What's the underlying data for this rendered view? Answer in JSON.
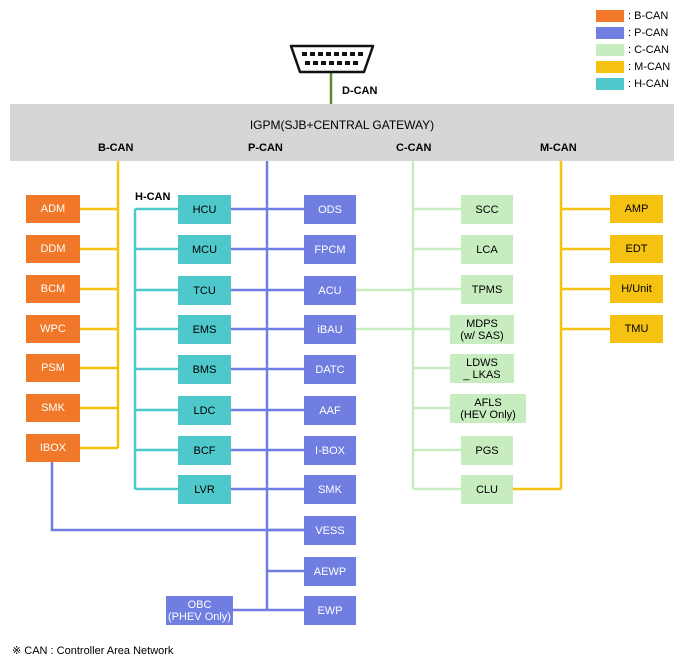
{
  "legend": [
    {
      "label": ": B-CAN",
      "color": "#f07828"
    },
    {
      "label": ": P-CAN",
      "color": "#6f7ee0"
    },
    {
      "label": ": C-CAN",
      "color": "#c6ecbf"
    },
    {
      "label": ": M-CAN",
      "color": "#f5c211"
    },
    {
      "label": ": H-CAN",
      "color": "#4fc8cc"
    }
  ],
  "gateway": {
    "title": "IGPM(SJB+CENTRAL GATEWAY)",
    "dcan": "D-CAN",
    "buses": {
      "bcan": "B-CAN",
      "pcan": "P-CAN",
      "ccan": "C-CAN",
      "mcan": "M-CAN"
    },
    "hcan": "H-CAN"
  },
  "bcan_modules": [
    "ADM",
    "DDM",
    "BCM",
    "WPC",
    "PSM",
    "SMK",
    "IBOX"
  ],
  "hcan_modules": [
    "HCU",
    "MCU",
    "TCU",
    "EMS",
    "BMS",
    "LDC",
    "BCF",
    "LVR"
  ],
  "pcan_modules": [
    "ODS",
    "FPCM",
    "ACU",
    "iBAU",
    "DATC",
    "AAF",
    "I-BOX",
    "SMK",
    "VESS",
    "AEWP",
    "EWP"
  ],
  "pcan_extra": "OBC\n(PHEV Only)",
  "ccan_modules": [
    "SCC",
    "LCA",
    "TPMS",
    "MDPS\n(w/ SAS)",
    "LDWS\n_ LKAS",
    "AFLS\n(HEV Only)",
    "PGS",
    "CLU"
  ],
  "mcan_modules": [
    "AMP",
    "EDT",
    "H/Unit",
    "TMU"
  ],
  "footnote": "※ CAN : Controller Area Network"
}
